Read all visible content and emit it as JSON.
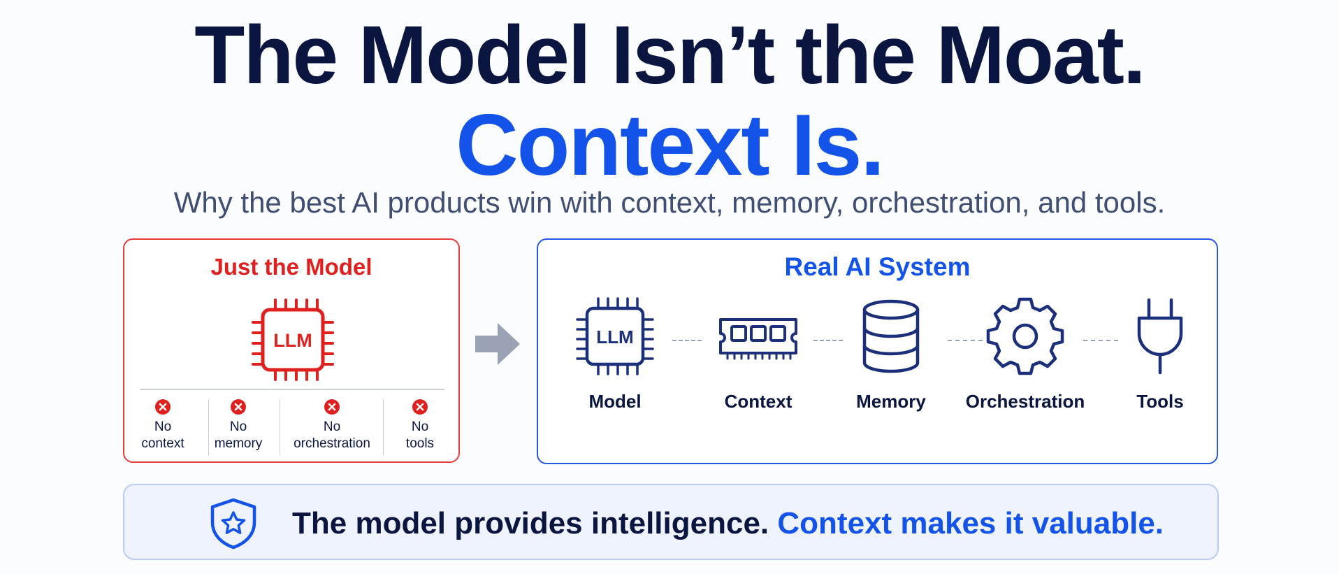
{
  "header": {
    "title_line1": "The Model Isn’t the Moat.",
    "title_line2": "Context Is.",
    "subtitle": "Why the best AI products win with context, memory, orchestration, and tools."
  },
  "left_panel": {
    "title": "Just the Model",
    "chip_label": "LLM",
    "lacks": [
      {
        "line1": "No",
        "line2": "context"
      },
      {
        "line1": "No",
        "line2": "memory"
      },
      {
        "line1": "No",
        "line2": "orchestration"
      },
      {
        "line1": "No",
        "line2": "tools"
      }
    ]
  },
  "right_panel": {
    "title": "Real AI System",
    "chip_label": "LLM",
    "components": [
      {
        "label": "Model",
        "icon": "cpu-chip-icon"
      },
      {
        "label": "Context",
        "icon": "memory-card-icon"
      },
      {
        "label": "Memory",
        "icon": "database-icon"
      },
      {
        "label": "Orchestration",
        "icon": "gear-icon"
      },
      {
        "label": "Tools",
        "icon": "plug-icon"
      }
    ]
  },
  "banner": {
    "text_part1": "The model provides intelligence.",
    "text_part2": "Context makes it valuable."
  },
  "colors": {
    "navy": "#0b1640",
    "blue": "#1453ea",
    "red": "#e01f1f"
  }
}
